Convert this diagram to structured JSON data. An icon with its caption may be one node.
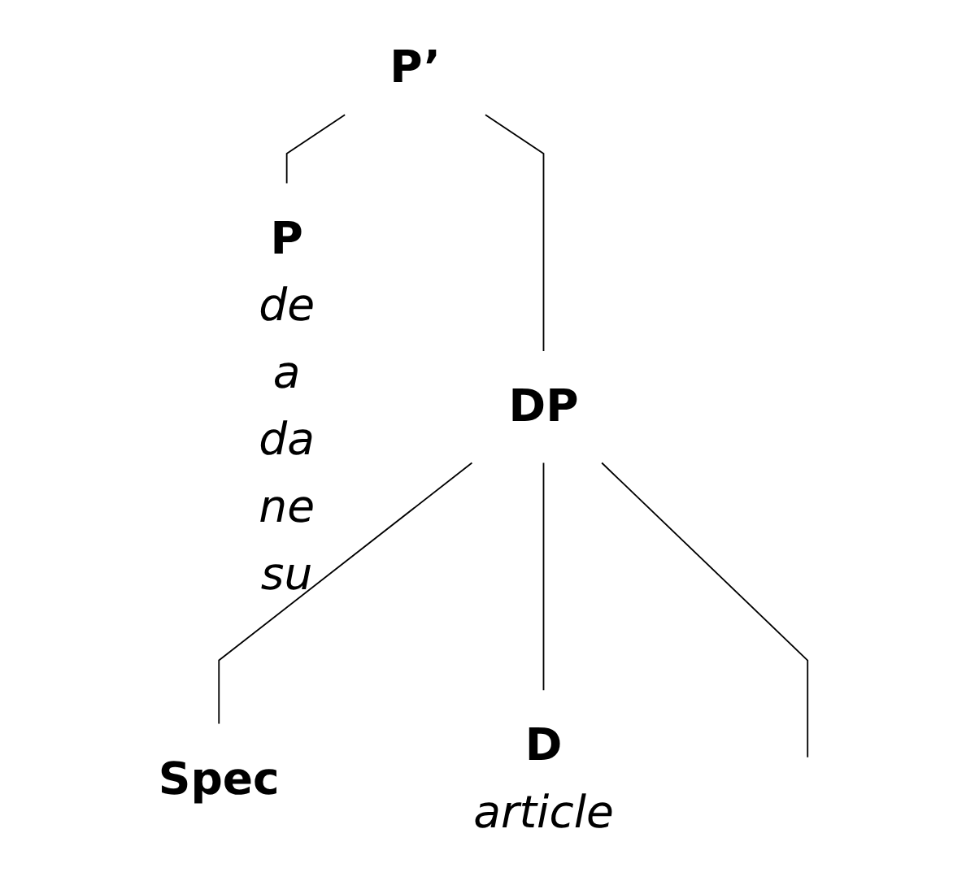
{
  "diagram": {
    "nodes": [
      {
        "text": [
          "P’"
        ]
      },
      {
        "text": [
          "P",
          "de",
          "a",
          "da",
          "ne",
          "su"
        ]
      },
      {
        "text": [
          "DP"
        ]
      },
      {
        "text": [
          "Spec"
        ]
      },
      {
        "text": [
          "D",
          "article"
        ]
      }
    ],
    "edges": [
      {
        "from": 0,
        "to": 1,
        "arrow": "none"
      },
      {
        "from": 0,
        "to": 2,
        "arrow": "none"
      },
      {
        "from": 2,
        "to": 3,
        "arrow": "none"
      },
      {
        "from": 2,
        "to": 4,
        "arrow": "none"
      },
      {
        "from": 2,
        "to": null,
        "arrow": "none"
      }
    ]
  }
}
